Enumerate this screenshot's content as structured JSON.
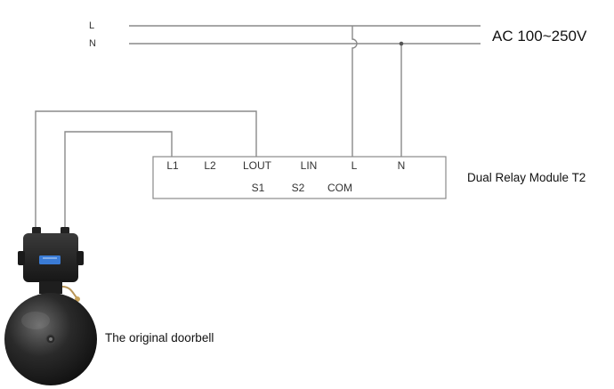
{
  "supply": {
    "line_label": "L",
    "neutral_label": "N",
    "voltage_label": "AC 100~250V"
  },
  "module": {
    "name": "Dual Relay Module T2",
    "terminals_top": [
      "L1",
      "L2",
      "LOUT",
      "LIN",
      "L",
      "N"
    ],
    "terminals_bottom": [
      "S1",
      "S2",
      "COM"
    ]
  },
  "doorbell": {
    "label": "The original doorbell",
    "display_color": "#3a7bd5"
  },
  "colors": {
    "wire": "#8a8a8a",
    "junction": "#555555",
    "bell_body": "#1c1c1c"
  }
}
